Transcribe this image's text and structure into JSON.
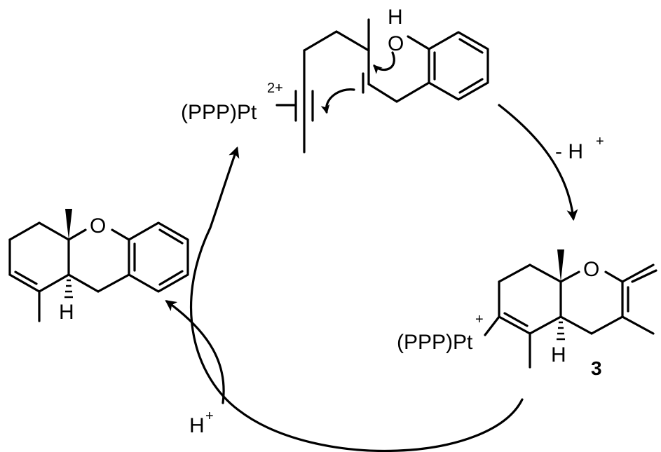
{
  "labels": {
    "pt_complex_top": "(PPP)Pt",
    "pt_charge_top": "2+",
    "oh_h": "H",
    "oh_o": "O",
    "deprotonation": "- H",
    "deprotonation_sup": "+",
    "pt_complex_right": "(PPP)Pt",
    "pt_charge_right": "+",
    "intermediate_o": "O",
    "intermediate_h": "H",
    "compound_number": "3",
    "product_o": "O",
    "product_h": "H",
    "protonation": "H",
    "protonation_sup": "+"
  }
}
